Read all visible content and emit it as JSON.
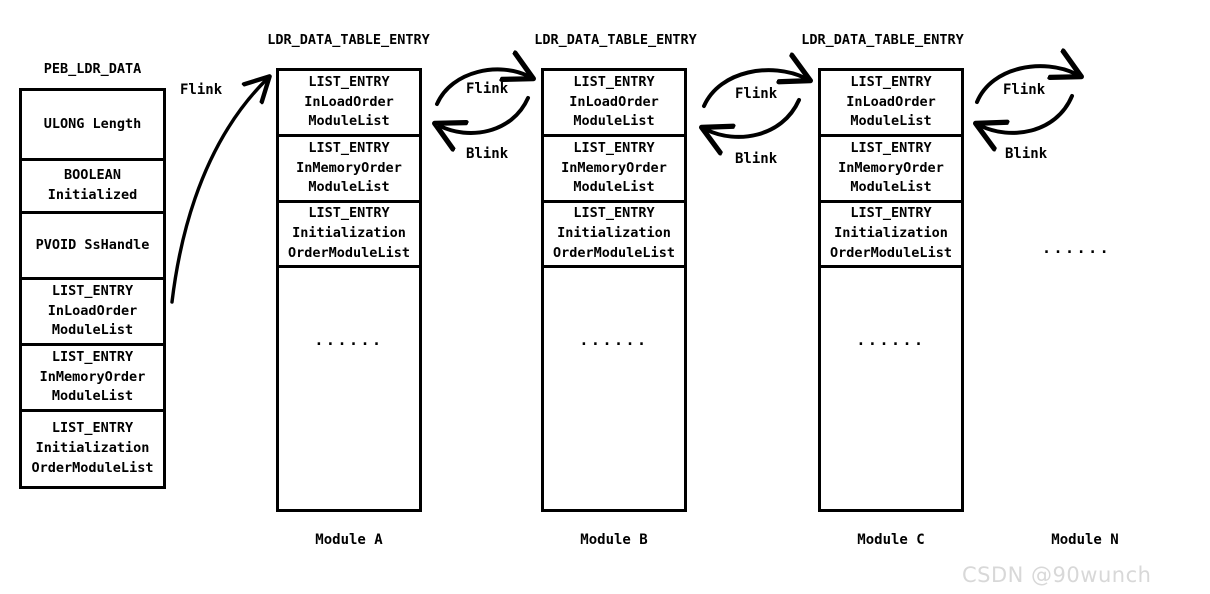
{
  "diagram": {
    "title_peb": "PEB_LDR_DATA",
    "title_entry_a": "LDR_DATA_TABLE_ENTRY",
    "title_entry_b": "LDR_DATA_TABLE_ENTRY",
    "title_entry_c": "LDR_DATA_TABLE_ENTRY",
    "ellipsis": "......",
    "watermark": "CSDN @90wunch"
  },
  "peb_ldr_data": {
    "label": "PEB_LDR_DATA",
    "fields": [
      {
        "lines": [
          "ULONG Length"
        ]
      },
      {
        "lines": [
          "BOOLEAN",
          "Initialized"
        ]
      },
      {
        "lines": [
          "PVOID SsHandle"
        ]
      },
      {
        "lines": [
          "LIST_ENTRY",
          "InLoadOrder",
          "ModuleList"
        ]
      },
      {
        "lines": [
          "LIST_ENTRY",
          "InMemoryOrder",
          "ModuleList"
        ]
      },
      {
        "lines": [
          "LIST_ENTRY",
          "Initialization",
          "OrderModuleList"
        ]
      }
    ]
  },
  "modules": [
    {
      "header": "LDR_DATA_TABLE_ENTRY",
      "caption": "Module A",
      "fields": [
        {
          "lines": [
            "LIST_ENTRY",
            "InLoadOrder",
            "ModuleList"
          ]
        },
        {
          "lines": [
            "LIST_ENTRY",
            "InMemoryOrder",
            "ModuleList"
          ]
        },
        {
          "lines": [
            "LIST_ENTRY",
            "Initialization",
            "OrderModuleList"
          ]
        }
      ],
      "body_ellipsis": "......"
    },
    {
      "header": "LDR_DATA_TABLE_ENTRY",
      "caption": "Module B",
      "fields": [
        {
          "lines": [
            "LIST_ENTRY",
            "InLoadOrder",
            "ModuleList"
          ]
        },
        {
          "lines": [
            "LIST_ENTRY",
            "InMemoryOrder",
            "ModuleList"
          ]
        },
        {
          "lines": [
            "LIST_ENTRY",
            "Initialization",
            "OrderModuleList"
          ]
        }
      ],
      "body_ellipsis": "......"
    },
    {
      "header": "LDR_DATA_TABLE_ENTRY",
      "caption": "Module C",
      "fields": [
        {
          "lines": [
            "LIST_ENTRY",
            "InLoadOrder",
            "ModuleList"
          ]
        },
        {
          "lines": [
            "LIST_ENTRY",
            "InMemoryOrder",
            "ModuleList"
          ]
        },
        {
          "lines": [
            "LIST_ENTRY",
            "Initialization",
            "OrderModuleList"
          ]
        }
      ],
      "body_ellipsis": "......"
    },
    {
      "header": "",
      "caption": "Module N",
      "fields": [],
      "body_ellipsis": "......"
    }
  ],
  "connectors": [
    {
      "name": "peb-to-a",
      "label_flink": "Flink",
      "label_blink": ""
    },
    {
      "name": "a-to-b",
      "label_flink": "Flink",
      "label_blink": "Blink"
    },
    {
      "name": "b-to-c",
      "label_flink": "Flink",
      "label_blink": "Blink"
    },
    {
      "name": "c-to-n",
      "label_flink": "Flink",
      "label_blink": "Blink"
    }
  ],
  "colors": {
    "stroke": "#000000",
    "background": "#ffffff",
    "watermark": "#d8d8d8"
  }
}
